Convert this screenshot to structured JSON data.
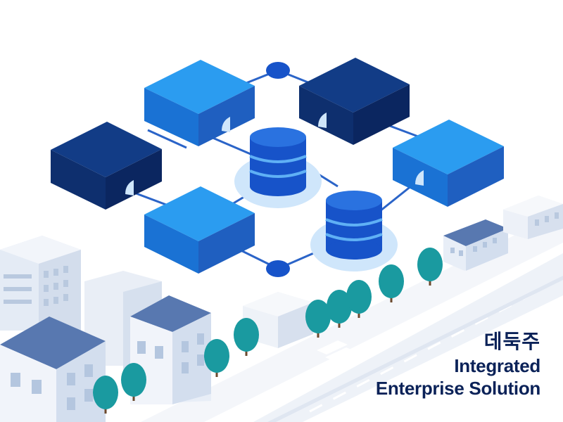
{
  "brand": {
    "korean": "데둑주",
    "line1": "Integrated",
    "line2": "Enterprise Solution"
  },
  "colors": {
    "navy": "#0b2258",
    "dark_block": "#0e2f6e",
    "bright_block": "#1f8ee8",
    "database": "#1753c9",
    "glow": "#cfe6fb",
    "connector": "#2b64c8",
    "tree": "#1a9aa0",
    "building": "#e7edf6",
    "roof": "#5878b0",
    "road": "#eef2f8"
  },
  "icons": {
    "server": "cube-server-icon",
    "database": "database-cylinder-icon",
    "hub": "network-node-icon"
  }
}
